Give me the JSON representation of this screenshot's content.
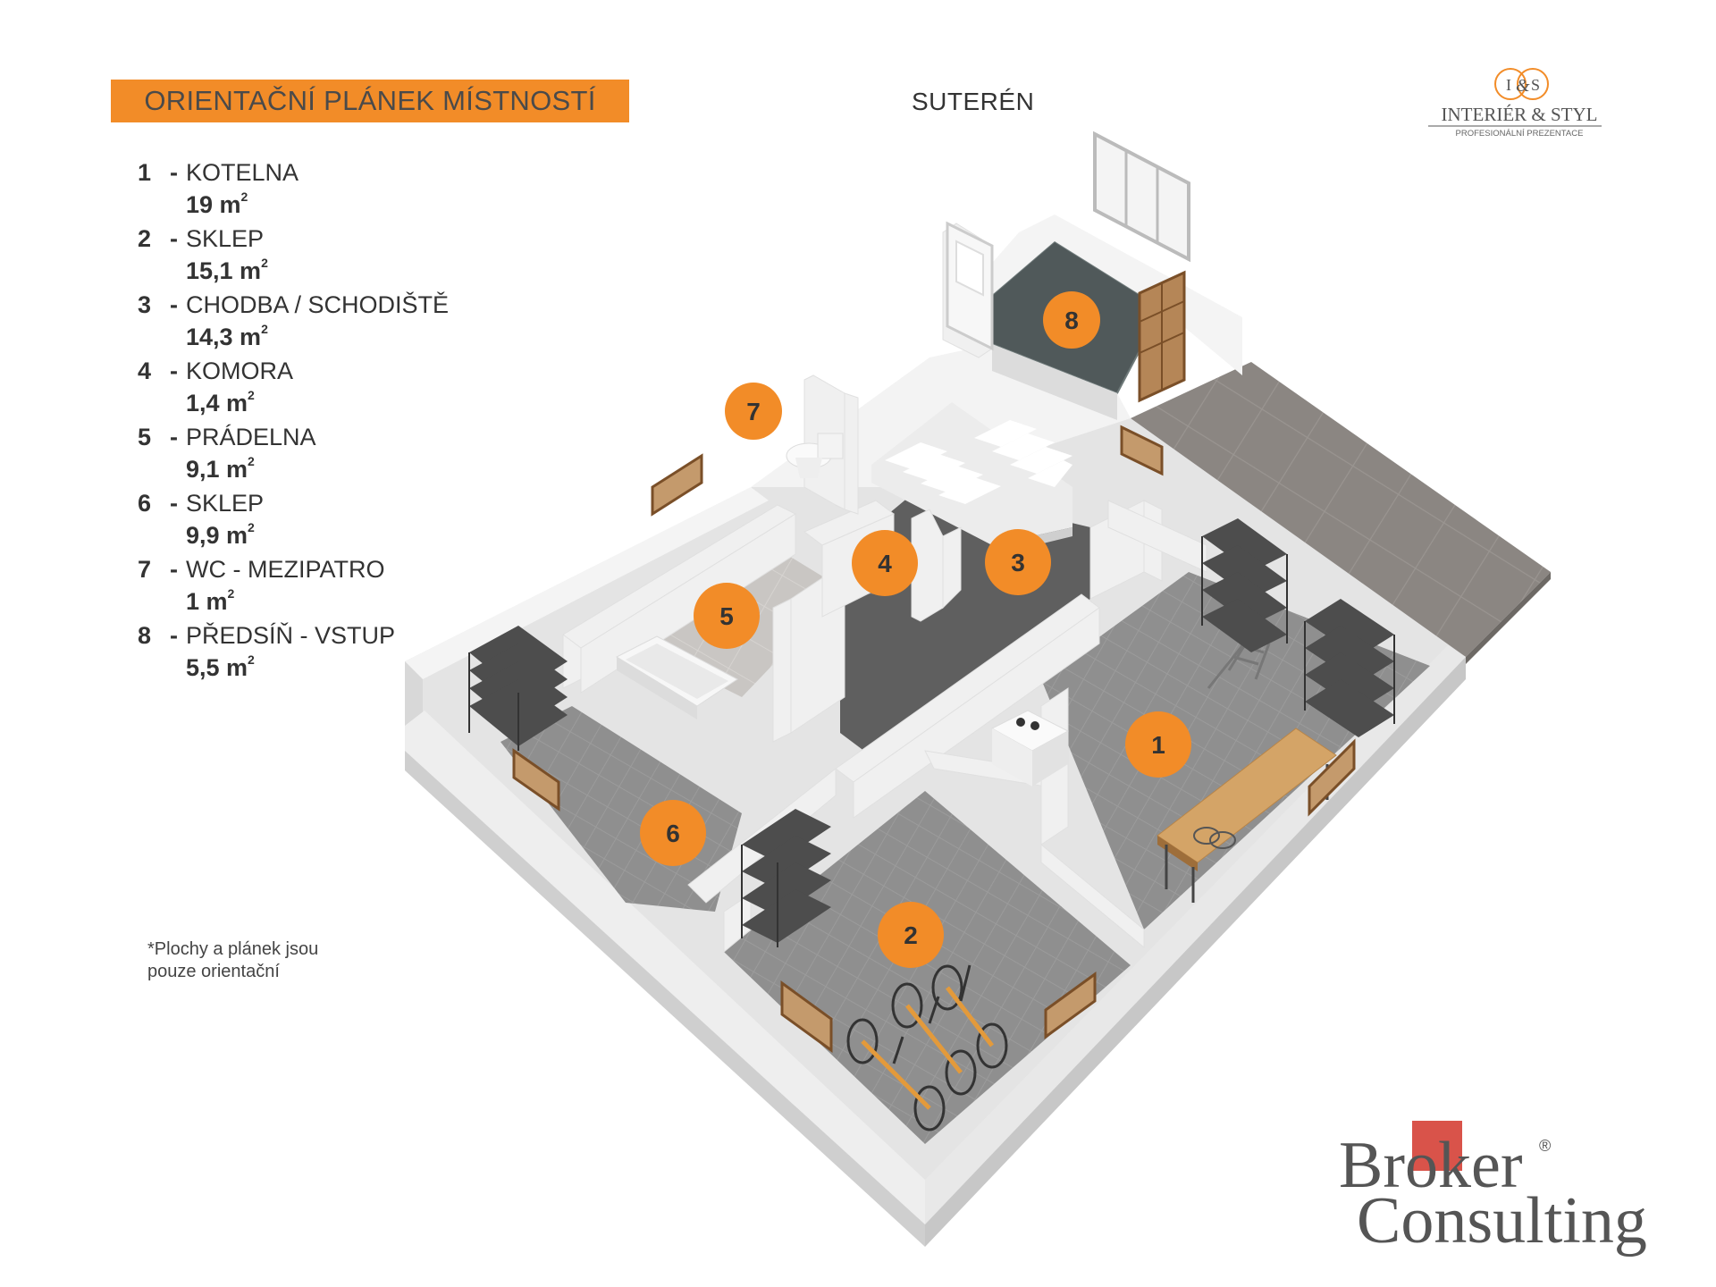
{
  "header": {
    "title": "ORIENTAČNÍ PLÁNEK MÍSTNOSTÍ",
    "floor": "SUTERÉN"
  },
  "logo_is": {
    "monogram_left": "I",
    "monogram_mid": "&",
    "monogram_right": "S",
    "name": "INTERIÉR & STYL",
    "tagline": "PROFESIONÁLNÍ PREZENTACE"
  },
  "legend": {
    "items": [
      {
        "num": "1",
        "dash": "-",
        "name": "KOTELNA",
        "area": "19 m",
        "sup": "2"
      },
      {
        "num": "2",
        "dash": "-",
        "name": "SKLEP",
        "area": "15,1 m",
        "sup": "2"
      },
      {
        "num": "3",
        "dash": "-",
        "name": "CHODBA / SCHODIŠTĚ",
        "area": "14,3 m",
        "sup": "2"
      },
      {
        "num": "4",
        "dash": "-",
        "name": "KOMORA",
        "area": "1,4 m",
        "sup": "2"
      },
      {
        "num": "5",
        "dash": "-",
        "name": "PRÁDELNA",
        "area": "9,1 m",
        "sup": "2"
      },
      {
        "num": "6",
        "dash": "-",
        "name": "SKLEP",
        "area": "9,9 m",
        "sup": "2"
      },
      {
        "num": "7",
        "dash": "-",
        "name": "WC - MEZIPATRO",
        "area": "1 m",
        "sup": "2"
      },
      {
        "num": "8",
        "dash": "-",
        "name": "PŘEDSÍŇ - VSTUP",
        "area": "5,5 m",
        "sup": "2"
      }
    ]
  },
  "markers": [
    "1",
    "2",
    "3",
    "4",
    "5",
    "6",
    "7",
    "8"
  ],
  "note": {
    "line1": "*Plochy  a plánek jsou",
    "line2": "pouze orientační"
  },
  "broker": {
    "word1": "Broker",
    "word2": "Consulting",
    "registered": "®"
  },
  "colors": {
    "accent": "#f28c28",
    "floor_gray": "#8c8c8c",
    "floor_dark": "#5e5e5e",
    "wall": "#f2f2f2",
    "terrace": "#8a8580",
    "wood": "#8a5a35",
    "broker_red": "#d9534a"
  },
  "icons": [
    "monogram-logo-icon",
    "shelf-icon",
    "bicycle-icon",
    "toilet-icon",
    "stairs-icon",
    "window-icon",
    "door-icon",
    "table-icon",
    "boiler-icon",
    "ladder-icon",
    "bathtub-icon"
  ]
}
